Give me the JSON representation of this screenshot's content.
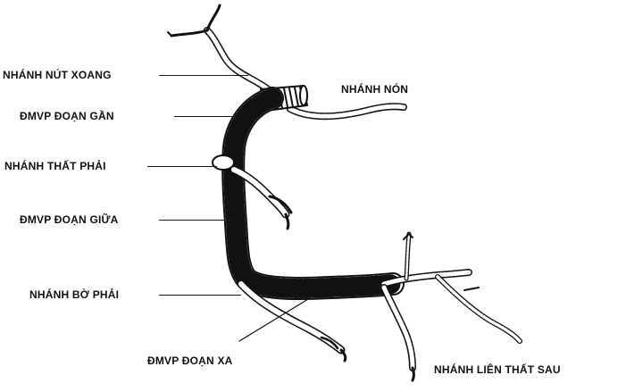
{
  "labels": {
    "sinus_node_branch": "NHÁNH NÚT XOANG",
    "cone_branch": "NHÁNH NÓN",
    "proximal_segment": "ĐMVP ĐOẠN GẦN",
    "rv_branch": "NHÁNH THẤT PHẢI",
    "mid_segment": "ĐMVP ĐOẠN GIỮA",
    "acute_marginal_branch": "NHÁNH BỜ  PHẢI",
    "distal_segment": "ĐMVP ĐOẠN XA",
    "posterior_descending_branch": "NHÁNH LIÊN THẤT SAU"
  },
  "colors": {
    "ink": "#111111",
    "vessel_fill": "#ffffff"
  }
}
